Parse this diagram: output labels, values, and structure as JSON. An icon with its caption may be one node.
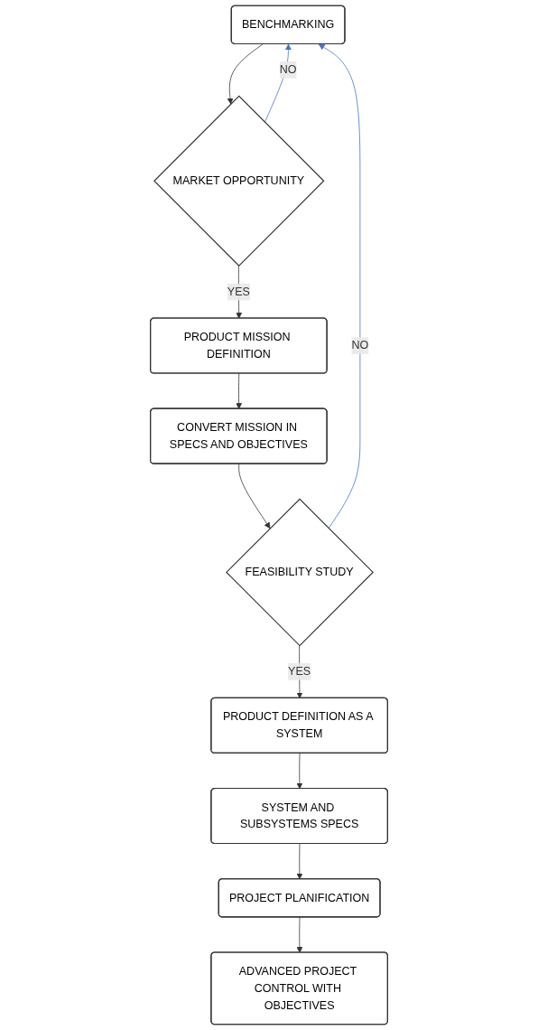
{
  "diagram": {
    "nodes": [
      {
        "text": [
          "BENCHMARKING"
        ]
      },
      {
        "text": [
          "MARKET OPPORTUNITY"
        ]
      },
      {
        "text": [
          "PRODUCT MISSION DEFINITION"
        ]
      },
      {
        "text": [
          "CONVERT MISSION IN SPECS AND OBJECTIVES"
        ]
      },
      {
        "text": [
          "FEASIBILITY STUDY"
        ]
      },
      {
        "text": [
          "PRODUCT DEFINITION AS A SYSTEM"
        ]
      },
      {
        "text": [
          "SYSTEM AND SUBSYSTEMS SPECS"
        ]
      },
      {
        "text": [
          "PROJECT PLANIFICATION"
        ]
      },
      {
        "text": [
          "ADVANCED PROJECT CONTROL WITH OBJECTIVES"
        ]
      }
    ],
    "edges": [
      {
        "from": 0,
        "to": 1,
        "arrow": "to"
      },
      {
        "from": 1,
        "to": 2,
        "arrow": "to",
        "label": "YES"
      },
      {
        "from": 2,
        "to": 3,
        "arrow": "to"
      },
      {
        "from": 3,
        "to": 4,
        "arrow": "to"
      },
      {
        "from": 4,
        "to": 5,
        "arrow": "to",
        "label": "YES"
      },
      {
        "from": 5,
        "to": 6,
        "arrow": "to"
      },
      {
        "from": 6,
        "to": 7,
        "arrow": "to"
      },
      {
        "from": 7,
        "to": 8,
        "arrow": "to"
      },
      {
        "from": 1,
        "to": 0,
        "arrow": "to",
        "label": "NO",
        "color": "#4472c4"
      },
      {
        "from": 4,
        "to": 0,
        "arrow": "to",
        "label": "NO",
        "color": "#4472c4"
      }
    ]
  }
}
